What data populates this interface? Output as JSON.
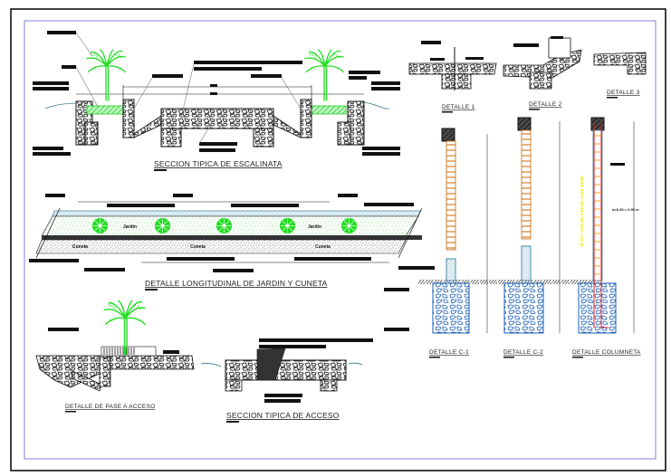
{
  "drawing": {
    "titles": {
      "escalinata": "SECCION TIPICA DE ESCALINATA",
      "jardin": "DETALLE LONGITUDINAL DE JARDIN Y CUNETA",
      "pase": "DETALLE DE PASE A ACCESO",
      "acceso": "SECCION TIPICA DE ACCESO",
      "detalle1": "DETALLE 1",
      "detalle2": "DETALLE 2",
      "detalle3": "DETALLE 3",
      "c1": "DETALLE C-1",
      "c2": "DETALLE C-2",
      "columneta": "DETALLE COLUMNETA"
    },
    "jardin_labels": [
      "Jardin",
      "Jardin"
    ],
    "cuneta_labels": [
      "Cuneta",
      "Cuneta",
      "Cuneta"
    ],
    "columneta_note": "Ø 1/4\": 1@0.05, 4@0.10, resto @0.20",
    "columneta_dim": "d=0.30 = 0.90 m",
    "colors": {
      "border_outer": "#000000",
      "border_inner": "#8080e0",
      "vegetation": "#22dd22",
      "brick": "#cc6600",
      "rebar": "#ee1111",
      "concrete": "#1a5fb4",
      "column_outline": "#4a8aa8",
      "note_yellow": "#e8e800"
    }
  }
}
